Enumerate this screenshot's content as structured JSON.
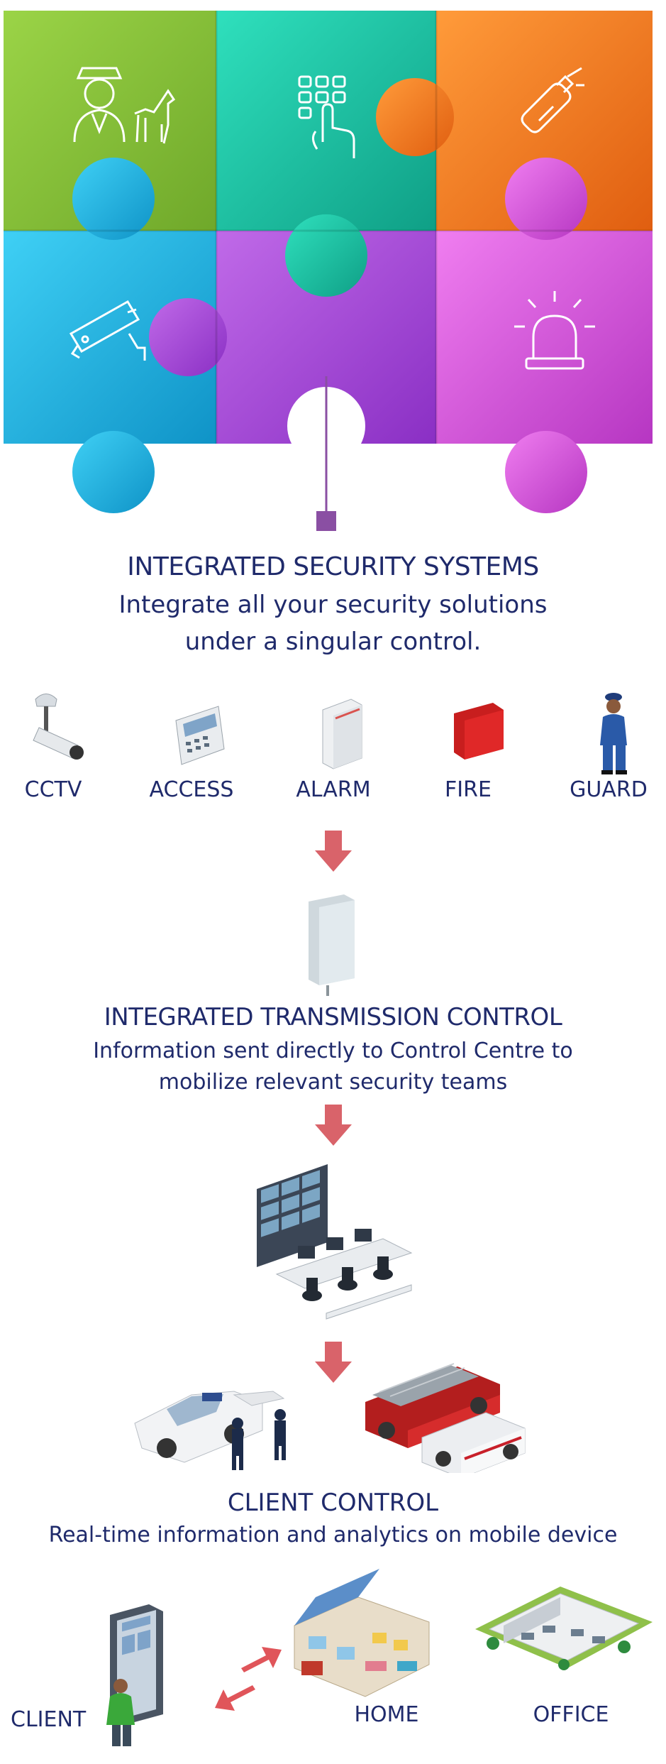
{
  "section1": {
    "title": "INTEGRATED SECURITY SYSTEMS",
    "subtitle_line1": "Integrate all your security solutions",
    "subtitle_line2": "under a singular control."
  },
  "puzzle": {
    "pieces": [
      {
        "name": "guard",
        "color": "#8cc63f",
        "icon": "guard-dog-icon"
      },
      {
        "name": "access",
        "color": "#1bc4a3",
        "icon": "keypad-hand-icon"
      },
      {
        "name": "fire",
        "color": "#f47c20",
        "icon": "fire-extinguisher-icon"
      },
      {
        "name": "cctv",
        "color": "#1eb7e6",
        "icon": "cctv-camera-icon"
      },
      {
        "name": "center",
        "color": "#a646d9",
        "icon": ""
      },
      {
        "name": "alarm",
        "color": "#d957d9",
        "icon": "alarm-siren-icon"
      }
    ]
  },
  "systems": [
    {
      "label": "CCTV",
      "icon": "cctv-icon"
    },
    {
      "label": "ACCESS",
      "icon": "access-keypad-icon"
    },
    {
      "label": "ALARM",
      "icon": "alarm-panel-icon"
    },
    {
      "label": "FIRE",
      "icon": "fire-panel-icon"
    },
    {
      "label": "GUARD",
      "icon": "security-guard-icon"
    }
  ],
  "section2": {
    "title": "INTEGRATED TRANSMISSION CONTROL",
    "subtitle_line1": "Information sent directly to Control Centre to",
    "subtitle_line2": "mobilize relevant security teams"
  },
  "section3": {
    "title": "CLIENT CONTROL",
    "subtitle": "Real-time information and analytics on mobile device"
  },
  "clients": {
    "client_label": "CLIENT",
    "home_label": "HOME",
    "office_label": "OFFICE"
  },
  "colors": {
    "text": "#1f2a6b",
    "arrow": "#d9636a",
    "connector": "#8a4fa3"
  }
}
